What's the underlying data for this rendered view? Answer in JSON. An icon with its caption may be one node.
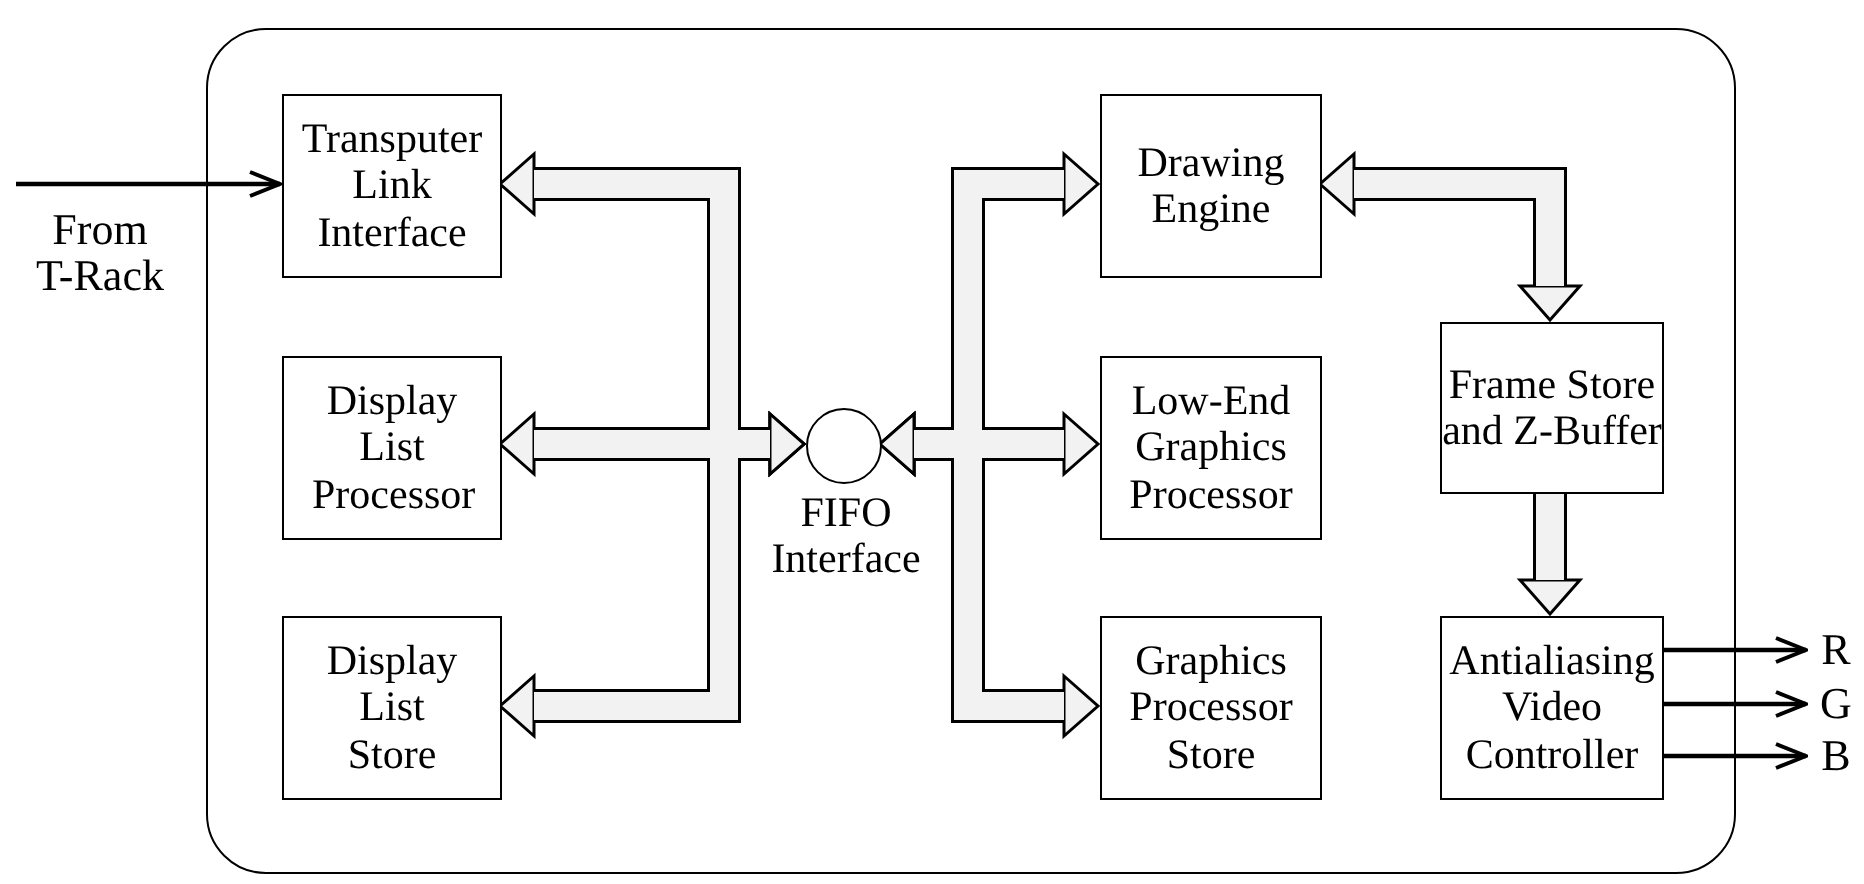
{
  "diagram": {
    "nodes": [
      {
        "text": [],
        "shape": "box"
      },
      {
        "text": [
          "Transputer Link Interface"
        ],
        "in": 0
      },
      {
        "text": [
          "Display List Processor"
        ],
        "in": 0
      },
      {
        "text": [
          "Display List Store"
        ],
        "in": 0
      },
      {
        "text": [],
        "shape": "circle",
        "beside": [
          "FIFO Interface"
        ],
        "in": 0
      },
      {
        "text": [
          "Drawing Engine"
        ],
        "in": 0
      },
      {
        "text": [
          "Low-End Graphics Processor"
        ],
        "in": 0
      },
      {
        "text": [
          "Graphics Processor Store"
        ],
        "in": 0
      },
      {
        "text": [
          "Frame Store and Z-Buffer"
        ],
        "in": 0
      },
      {
        "text": [
          "Antialiasing Video Controller"
        ],
        "in": 0
      },
      {
        "text": [
          "R"
        ]
      },
      {
        "text": [
          "G"
        ]
      },
      {
        "text": [
          "B"
        ]
      }
    ],
    "edges": [
      {
        "from": null,
        "to": 1,
        "arrow": "to",
        "label": "From T-Rack"
      },
      {
        "from": 4,
        "to": 1,
        "arrow": "both"
      },
      {
        "from": 4,
        "to": 2,
        "arrow": "both"
      },
      {
        "from": 4,
        "to": 3,
        "arrow": "both"
      },
      {
        "from": 4,
        "to": 5,
        "arrow": "both"
      },
      {
        "from": 4,
        "to": 6,
        "arrow": "both"
      },
      {
        "from": 4,
        "to": 7,
        "arrow": "both"
      },
      {
        "from": 5,
        "to": 8,
        "arrow": "both"
      },
      {
        "from": 8,
        "to": 9,
        "arrow": "to"
      },
      {
        "from": 9,
        "to": 10,
        "arrow": "to"
      },
      {
        "from": 9,
        "to": 11,
        "arrow": "to"
      },
      {
        "from": 9,
        "to": 12,
        "arrow": "to"
      }
    ]
  }
}
